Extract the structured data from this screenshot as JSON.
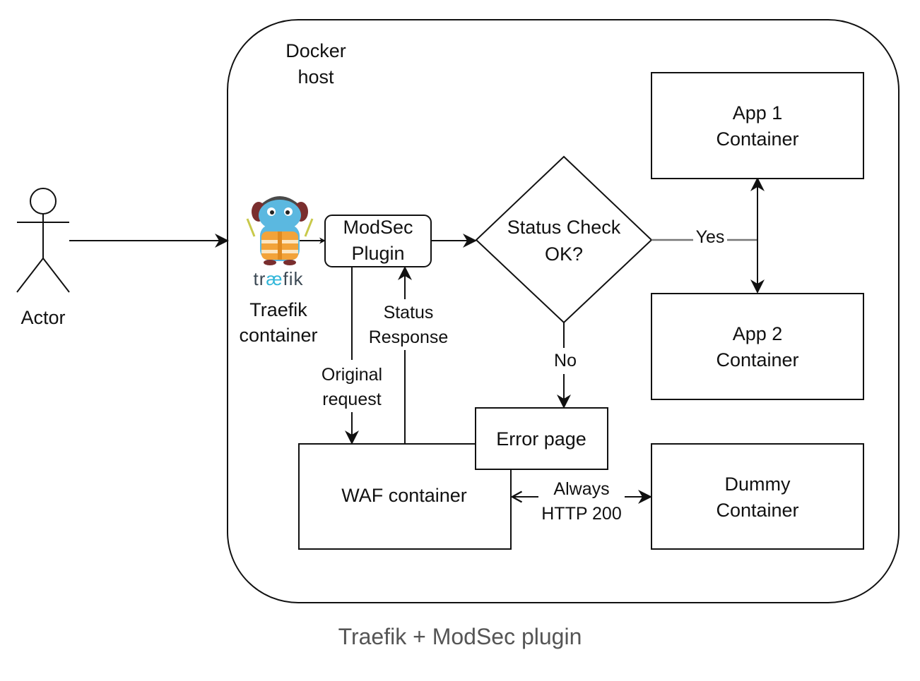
{
  "diagram": {
    "docker_host": {
      "line1": "Docker",
      "line2": "host"
    },
    "actor": {
      "label": "Actor"
    },
    "traefik": {
      "logo_text_1": "tr",
      "logo_text_ae": "æ",
      "logo_text_2": "fik",
      "label_line1": "Traefik",
      "label_line2": "container",
      "mascot_icon": "traefik-gopher-logo"
    },
    "modsec": {
      "line1": "ModSec",
      "line2": "Plugin"
    },
    "status_check": {
      "line1": "Status Check",
      "line2": "OK?"
    },
    "app1": {
      "line1": "App 1",
      "line2": "Container"
    },
    "app2": {
      "line1": "App 2",
      "line2": "Container"
    },
    "error_page": {
      "label": "Error page"
    },
    "waf": {
      "label": "WAF container"
    },
    "dummy": {
      "line1": "Dummy",
      "line2": "Container"
    },
    "edges": {
      "yes": "Yes",
      "no": "No",
      "original_request_1": "Original",
      "original_request_2": "request",
      "status_response_1": "Status",
      "status_response_2": "Response",
      "always_1": "Always",
      "always_2": "HTTP 200"
    },
    "colors": {
      "stroke": "#111111",
      "caption": "#555555",
      "mascot_blue": "#5BB8E0",
      "mascot_vest": "#F2A33A",
      "logo_text": "#3D4A55",
      "logo_ae": "#31B6D9"
    }
  },
  "caption": "Traefik + ModSec plugin"
}
